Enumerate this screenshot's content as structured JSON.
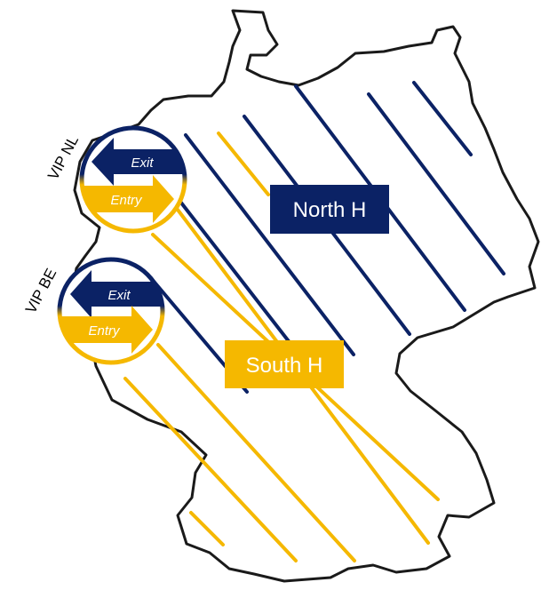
{
  "colors": {
    "north": "#0b2265",
    "south": "#f5b800",
    "outline": "#1a1a1a",
    "label_text": "#ffffff"
  },
  "zones": {
    "north": {
      "label": "North H"
    },
    "south": {
      "label": "South H"
    }
  },
  "vip_points": [
    {
      "label": "VIP NL",
      "exit_label": "Exit",
      "entry_label": "Entry"
    },
    {
      "label": "VIP BE",
      "exit_label": "Exit",
      "entry_label": "Entry"
    }
  ]
}
